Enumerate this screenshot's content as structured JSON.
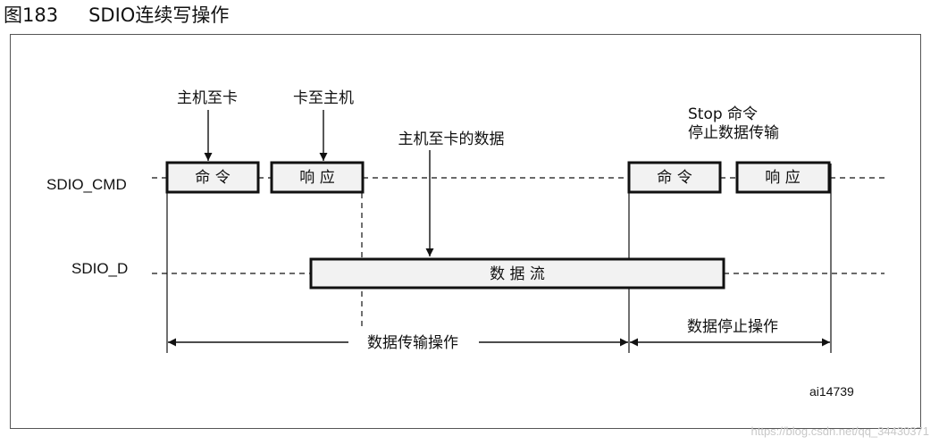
{
  "figure": {
    "number": "图183",
    "title": "SDIO连续写操作"
  },
  "signals": {
    "cmd": "SDIO_CMD",
    "data": "SDIO_D"
  },
  "blocks": {
    "cmd1": "命 令",
    "resp1": "响 应",
    "stream": "数 据 流",
    "cmd2": "命 令",
    "resp2": "响 应"
  },
  "annotations": {
    "host_to_card": "主机至卡",
    "card_to_host": "卡至主机",
    "host_to_card_data": "主机至卡的数据",
    "stop_line1": "Stop 命令",
    "stop_line2": "停止数据传输"
  },
  "spans": {
    "transfer": "数据传输操作",
    "stop": "数据停止操作"
  },
  "figure_id": "ai14739",
  "watermark": "https://blog.csdn.net/qq_34430371"
}
